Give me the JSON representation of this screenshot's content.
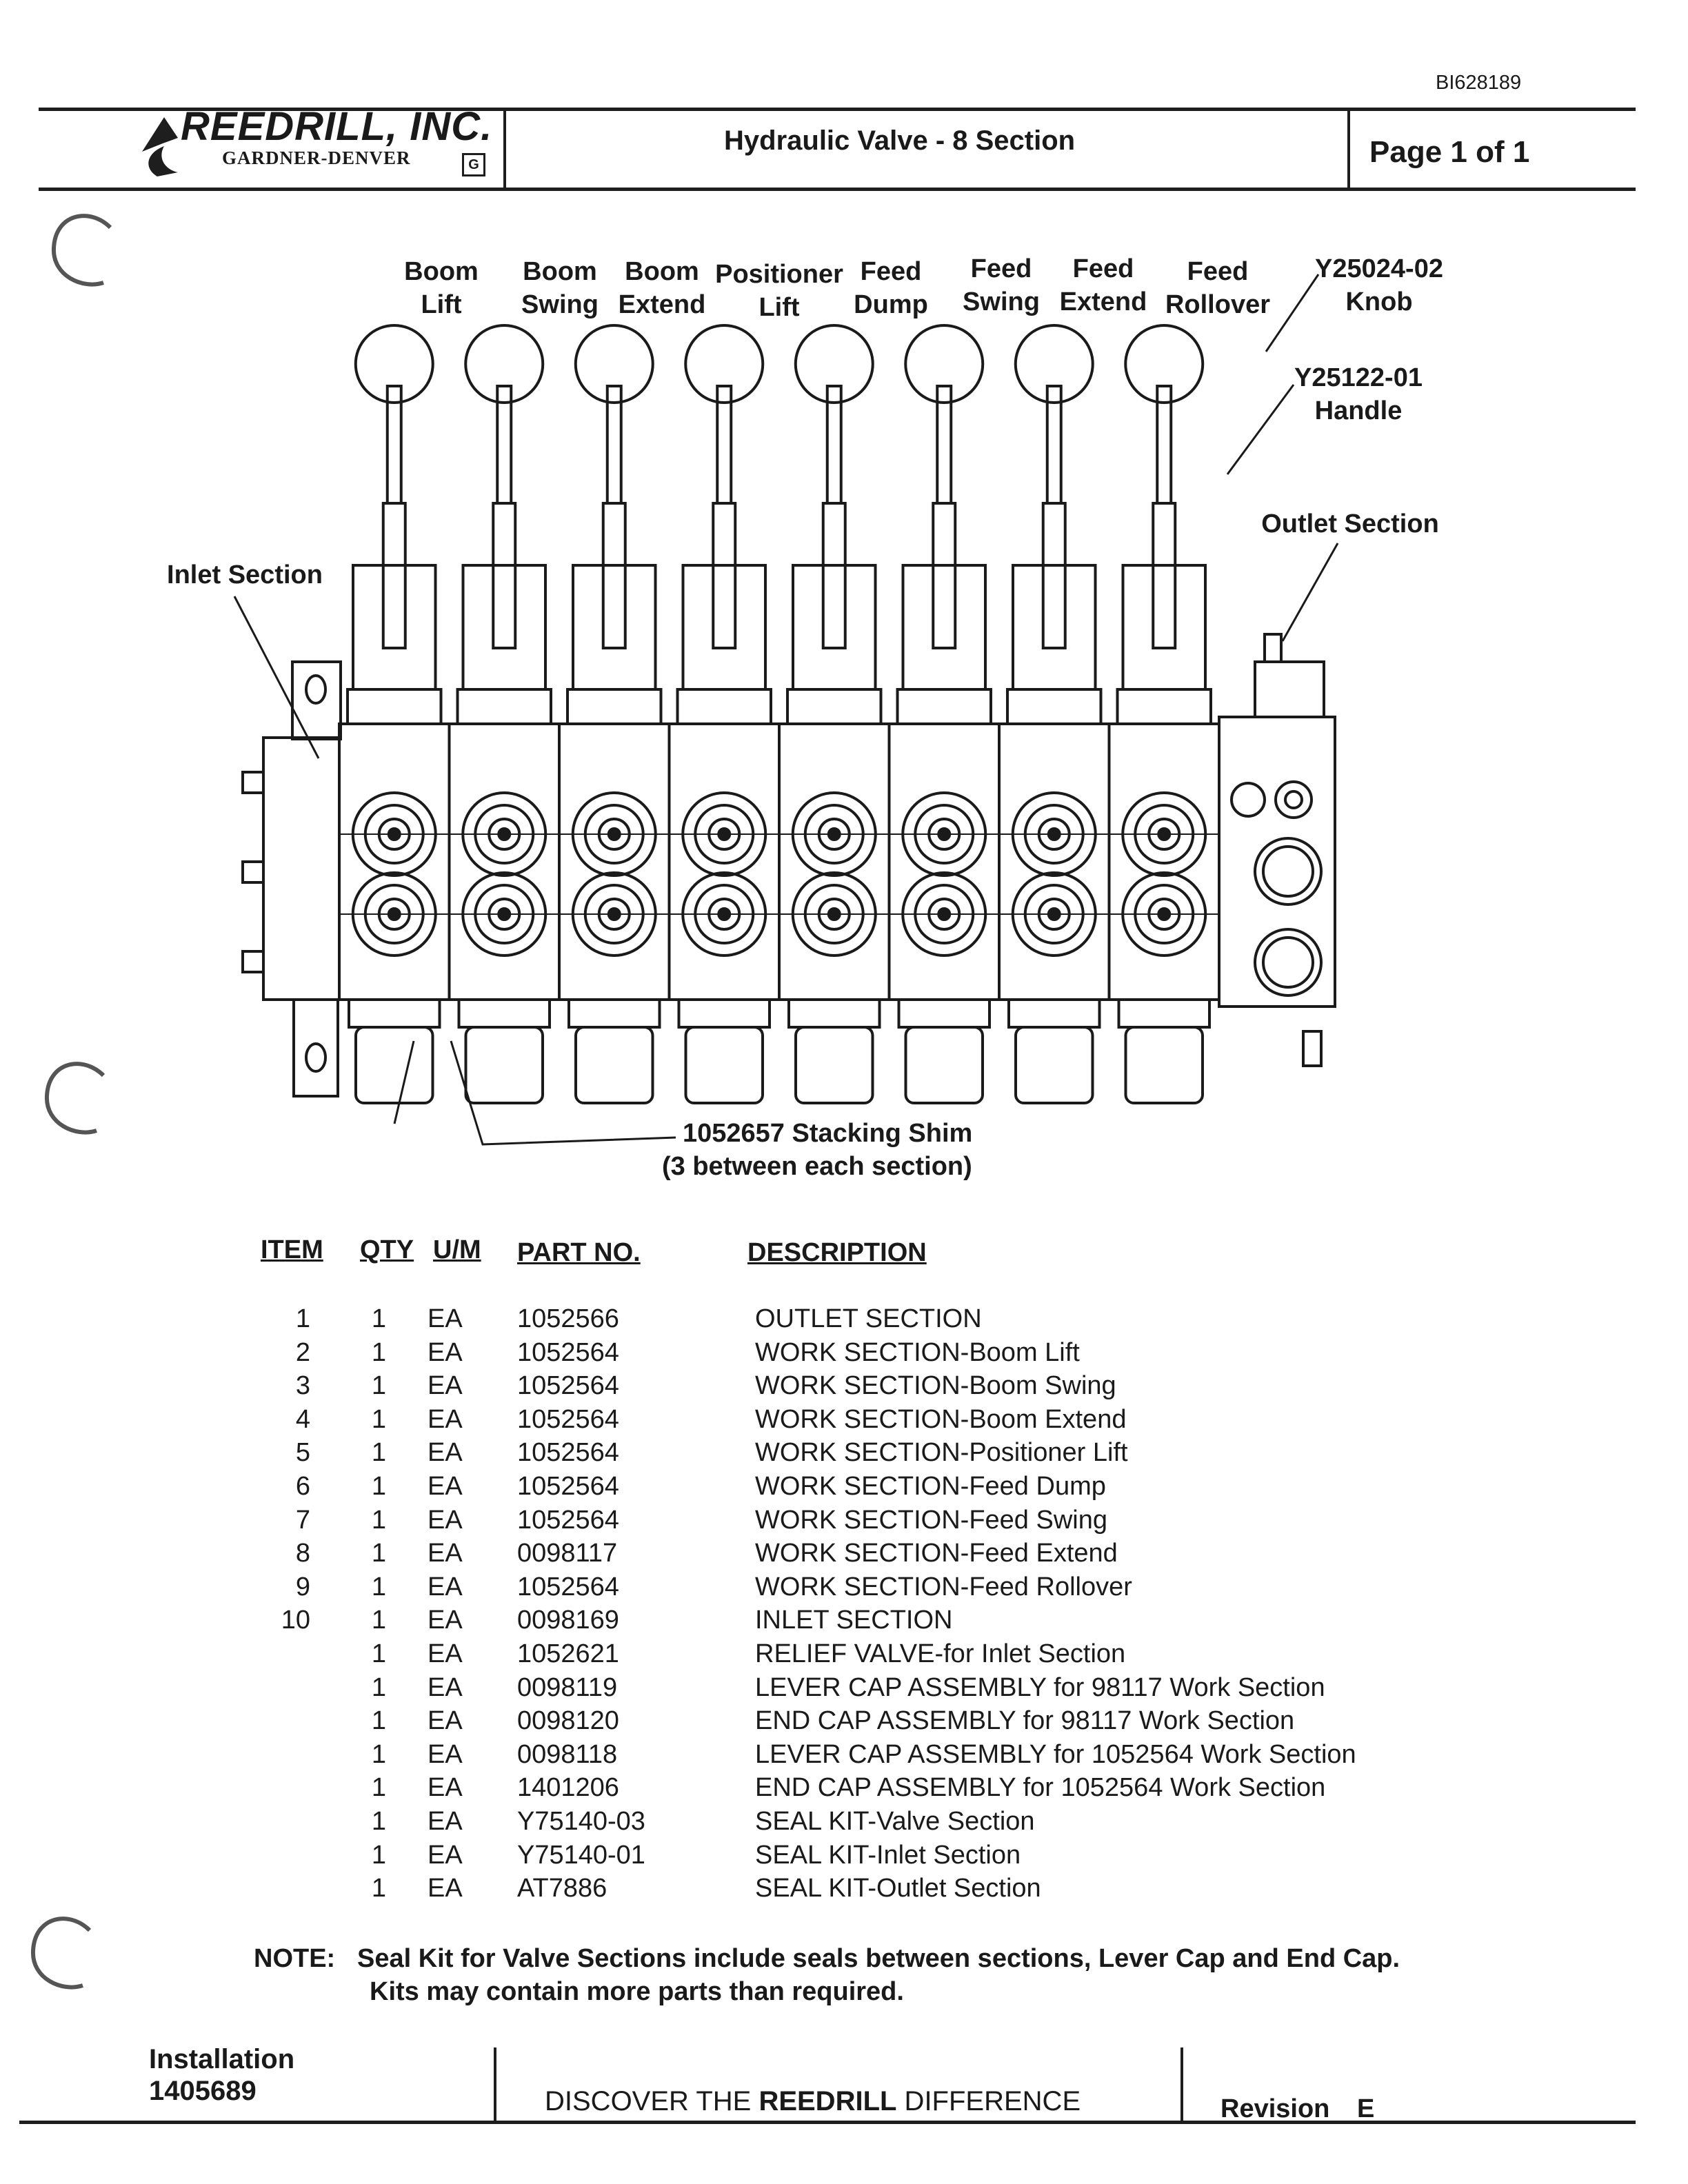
{
  "doc_id": "BI628189",
  "header": {
    "company": "REEDRILL, INC.",
    "division": "GARDNER-DENVER",
    "title": "Hydraulic Valve - 8 Section",
    "page": "Page 1 of 1"
  },
  "diagram": {
    "lever_labels": [
      [
        "Boom",
        "Lift"
      ],
      [
        "Boom",
        "Swing"
      ],
      [
        "Boom",
        "Extend"
      ],
      [
        "Positioner",
        "Lift"
      ],
      [
        "Feed",
        "Dump"
      ],
      [
        "Feed",
        "Swing"
      ],
      [
        "Feed",
        "Extend"
      ],
      [
        "Feed",
        "Rollover"
      ]
    ],
    "knob_part": "Y25024-02",
    "knob_label": "Knob",
    "handle_part": "Y25122-01",
    "handle_label": "Handle",
    "outlet_label": "Outlet Section",
    "inlet_label": "Inlet Section",
    "shim_label": "1052657 Stacking Shim",
    "shim_note": "(3 between each section)"
  },
  "parts_table": {
    "headers": {
      "item": "ITEM",
      "qty": "QTY",
      "um": "U/M",
      "part": "PART NO.",
      "desc": "DESCRIPTION"
    },
    "rows": [
      {
        "item": "1",
        "qty": "1",
        "um": "EA",
        "part": "1052566",
        "desc": "OUTLET SECTION"
      },
      {
        "item": "2",
        "qty": "1",
        "um": "EA",
        "part": "1052564",
        "desc": "WORK SECTION-Boom Lift"
      },
      {
        "item": "3",
        "qty": "1",
        "um": "EA",
        "part": "1052564",
        "desc": "WORK SECTION-Boom Swing"
      },
      {
        "item": "4",
        "qty": "1",
        "um": "EA",
        "part": "1052564",
        "desc": "WORK SECTION-Boom Extend"
      },
      {
        "item": "5",
        "qty": "1",
        "um": "EA",
        "part": "1052564",
        "desc": "WORK SECTION-Positioner Lift"
      },
      {
        "item": "6",
        "qty": "1",
        "um": "EA",
        "part": "1052564",
        "desc": "WORK SECTION-Feed Dump"
      },
      {
        "item": "7",
        "qty": "1",
        "um": "EA",
        "part": "1052564",
        "desc": "WORK SECTION-Feed Swing"
      },
      {
        "item": "8",
        "qty": "1",
        "um": "EA",
        "part": "0098117",
        "desc": "WORK  SECTION-Feed Extend"
      },
      {
        "item": "9",
        "qty": "1",
        "um": "EA",
        "part": "1052564",
        "desc": "WORK SECTION-Feed Rollover"
      },
      {
        "item": "10",
        "qty": "1",
        "um": "EA",
        "part": "0098169",
        "desc": "INLET SECTION"
      },
      {
        "item": "",
        "qty": "1",
        "um": "EA",
        "part": "1052621",
        "desc": "RELIEF VALVE-for Inlet Section"
      },
      {
        "item": "",
        "qty": "1",
        "um": "EA",
        "part": "0098119",
        "desc": "LEVER CAP ASSEMBLY  for 98117 Work Section"
      },
      {
        "item": "",
        "qty": "1",
        "um": "EA",
        "part": "0098120",
        "desc": "END CAP ASSEMBLY  for 98117 Work Section"
      },
      {
        "item": "",
        "qty": "1",
        "um": "EA",
        "part": "0098118",
        "desc": "LEVER CAP ASSEMBLY  for 1052564 Work Section"
      },
      {
        "item": "",
        "qty": "1",
        "um": "EA",
        "part": "1401206",
        "desc": "END CAP ASSEMBLY   for 1052564 Work Section"
      },
      {
        "item": "",
        "qty": "1",
        "um": "EA",
        "part": "Y75140-03",
        "desc": "SEAL KIT-Valve Section"
      },
      {
        "item": "",
        "qty": "1",
        "um": "EA",
        "part": "Y75140-01",
        "desc": "SEAL KIT-Inlet Section"
      },
      {
        "item": "",
        "qty": "1",
        "um": "EA",
        "part": "AT7886",
        "desc": "SEAL KIT-Outlet Section"
      }
    ]
  },
  "note": {
    "label": "NOTE:",
    "line1": "Seal Kit for Valve Sections include seals between sections, Lever Cap and End Cap.",
    "line2": "Kits may contain more parts than required."
  },
  "footer": {
    "install_label": "Installation",
    "install_number": "1405689",
    "slogan_pre": "DISCOVER THE ",
    "slogan_brand": "REEDRILL",
    "slogan_post": " DIFFERENCE",
    "revision_label": "Revision",
    "revision_value": "E"
  }
}
